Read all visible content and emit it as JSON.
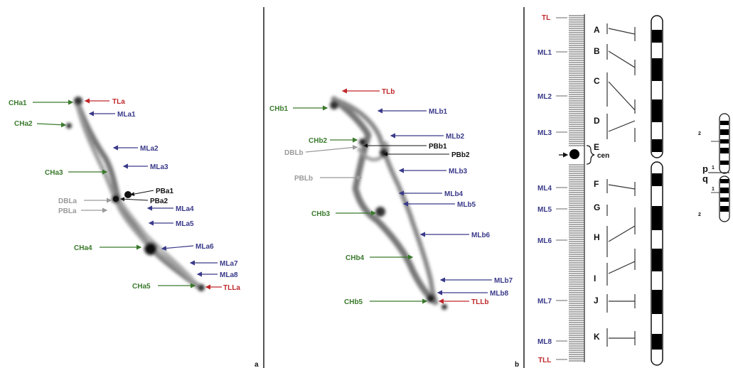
{
  "panel_a": {
    "letter": "a",
    "labels": {
      "CHa1": "CHa1",
      "CHa2": "CHa2",
      "CHa3": "CHa3",
      "CHa4": "CHa4",
      "CHa5": "CHa5",
      "TLa": "TLa",
      "TLLa": "TLLa",
      "MLa1": "MLa1",
      "MLa2": "MLa2",
      "MLa3": "MLa3",
      "MLa4": "MLa4",
      "MLa5": "MLa5",
      "MLa6": "MLa6",
      "MLa7": "MLa7",
      "MLa8": "MLa8",
      "DBLa": "DBLa",
      "PBLa": "PBLa",
      "PBa1": "PBa1",
      "PBa2": "PBa2"
    }
  },
  "panel_b": {
    "letter": "b",
    "labels": {
      "CHb1": "CHb1",
      "CHb2": "CHb2",
      "CHb3": "CHb3",
      "CHb4": "CHb4",
      "CHb5": "CHb5",
      "TLb": "TLb",
      "TLLb": "TLLb",
      "MLb1": "MLb1",
      "MLb2": "MLb2",
      "MLb3": "MLb3",
      "MLb4": "MLb4",
      "MLb5": "MLb5",
      "MLb6": "MLb6",
      "MLb7": "MLb7",
      "MLb8": "MLb8",
      "DBLb": "DBLb",
      "PBLb": "PBLb",
      "PBb1": "PBb1",
      "PBb2": "PBb2"
    }
  },
  "panel_c": {
    "ladder_labels": {
      "TL": "TL",
      "ML1": "ML1",
      "ML2": "ML2",
      "ML3": "ML3",
      "ML4": "ML4",
      "ML5": "ML5",
      "ML6": "ML6",
      "ML7": "ML7",
      "ML8": "ML8",
      "TLL": "TLL"
    },
    "segments": [
      "A",
      "B",
      "C",
      "D",
      "E",
      "F",
      "G",
      "H",
      "I",
      "J",
      "K"
    ],
    "centromere_label": "cen"
  },
  "ideogram": {
    "p_arm": "p",
    "q_arm": "q",
    "band_numbers": {
      "p_upper": "2",
      "p_lower": "1",
      "q_upper": "1",
      "q_lower": "2"
    }
  }
}
